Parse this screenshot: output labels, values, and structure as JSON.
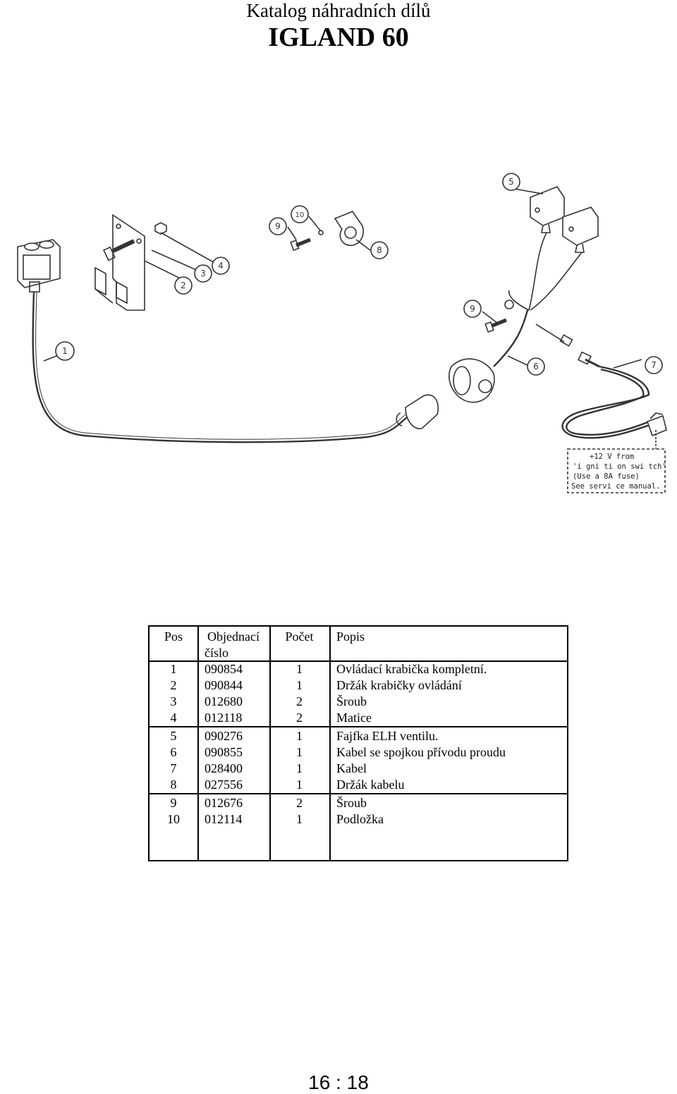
{
  "header": {
    "subtitle": "Katalog náhradních dílů",
    "title": "IGLAND 60"
  },
  "drawing": {
    "callouts": [
      "1",
      "2",
      "3",
      "4",
      "5",
      "6",
      "7",
      "8",
      "9",
      "10",
      "9"
    ],
    "note": {
      "line1": "+12 V from",
      "line2": "'i gni ti on swi tch'",
      "line3": "(Use a 8A fuse)",
      "line4": "See servi ce manual."
    }
  },
  "table": {
    "headers": {
      "pos": "Pos",
      "order_line1": "Objednací",
      "order_line2": "číslo",
      "count": "Počet",
      "desc": "Popis"
    },
    "rows": [
      {
        "pos": "1",
        "order": "090854",
        "count": "1",
        "desc": "Ovládací krabička kompletní."
      },
      {
        "pos": "2",
        "order": "090844",
        "count": "1",
        "desc": "Držák krabičky ovládání"
      },
      {
        "pos": "3",
        "order": "012680",
        "count": "2",
        "desc": "Šroub"
      },
      {
        "pos": "4",
        "order": "012118",
        "count": "2",
        "desc": "Matice"
      },
      {
        "pos": "5",
        "order": "090276",
        "count": "1",
        "desc": "Fajfka ELH ventilu."
      },
      {
        "pos": "6",
        "order": "090855",
        "count": "1",
        "desc": "Kabel se spojkou přívodu proudu"
      },
      {
        "pos": "7",
        "order": "028400",
        "count": "1",
        "desc": "Kabel"
      },
      {
        "pos": "8",
        "order": "027556",
        "count": "1",
        "desc": "Držák kabelu"
      },
      {
        "pos": "9",
        "order": "012676",
        "count": "2",
        "desc": "Šroub"
      },
      {
        "pos": "10",
        "order": "012114",
        "count": "1",
        "desc": "Podložka"
      }
    ]
  },
  "footer": {
    "page": "16 : 18"
  }
}
